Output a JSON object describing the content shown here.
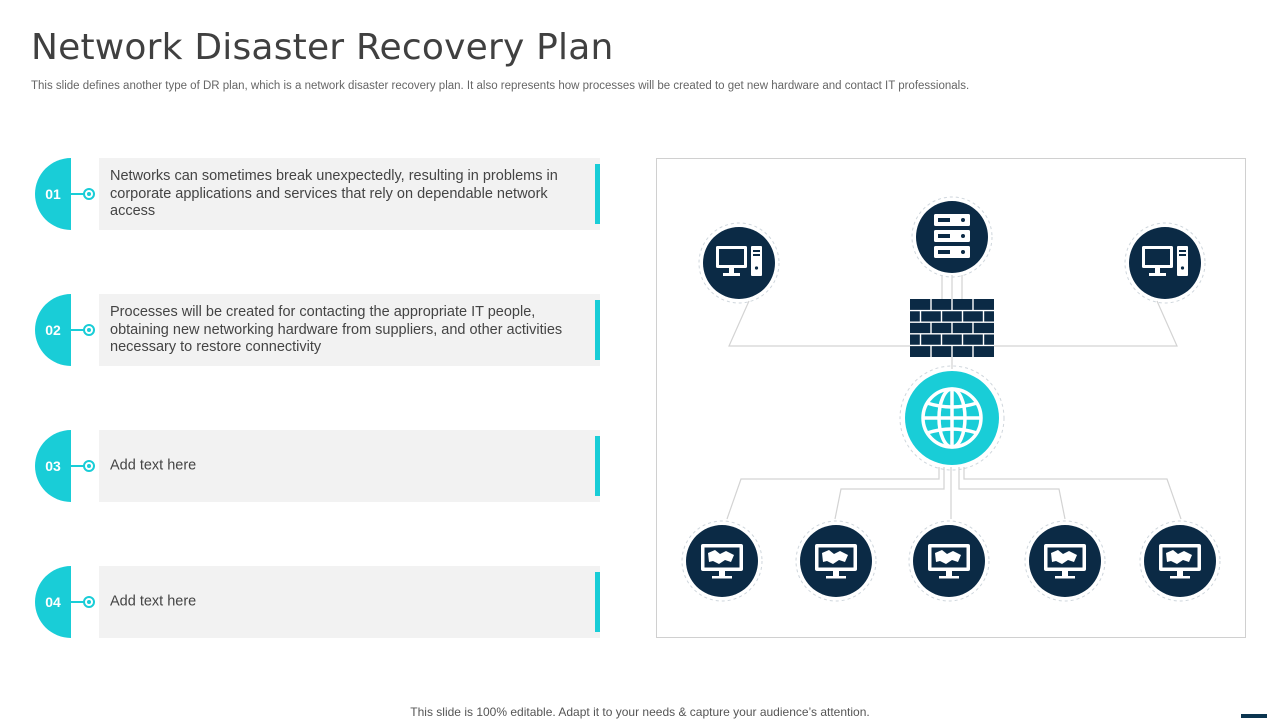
{
  "header": {
    "title": "Network Disaster Recovery Plan",
    "subtitle": "This slide defines another type of DR plan, which is a network disaster recovery plan. It also represents how processes will be created to get new hardware and contact IT professionals."
  },
  "steps": [
    {
      "number": "01",
      "text": "Networks can sometimes break unexpectedly,  resulting in problems in corporate applications and services that rely on dependable network access"
    },
    {
      "number": "02",
      "text": "Processes will be created for contacting the appropriate  IT people, obtaining  new networking hardware from suppliers, and other activities necessary to restore connectivity"
    },
    {
      "number": "03",
      "text": "Add text here"
    },
    {
      "number": "04",
      "text": "Add text here"
    }
  ],
  "diagram": {
    "icons": [
      "desktop-computer-icon",
      "server-rack-icon",
      "firewall-brick-wall-icon",
      "globe-icon",
      "monitor-map-icon"
    ]
  },
  "footer": {
    "text": "This slide is 100% editable. Adapt it to your needs & capture your audience’s attention."
  },
  "colors": {
    "accent": "#19cdd7",
    "dark_navy": "#0b2a45",
    "panel_gray": "#f2f2f2"
  }
}
